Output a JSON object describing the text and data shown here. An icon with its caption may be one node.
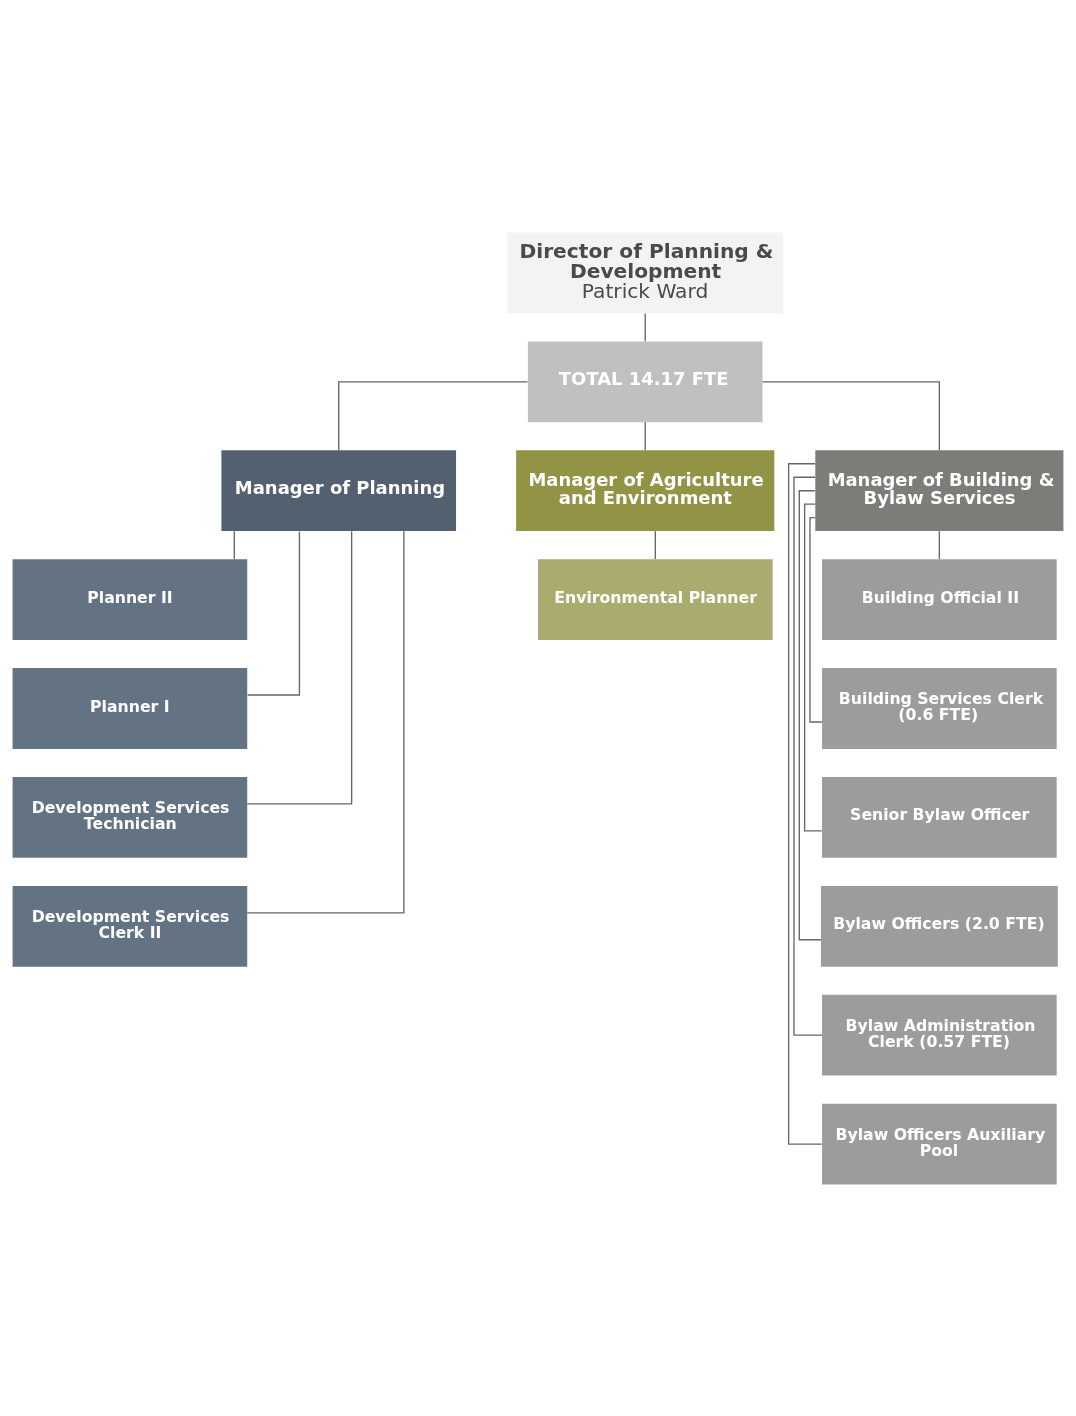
{
  "diagram": {
    "nodes": [
      {
        "text": [
          "Director of Planning & Development",
          "Patrick Ward"
        ]
      },
      {
        "text": [
          "TOTAL 14.17 FTE"
        ]
      },
      {
        "text": [
          "Manager of Planning"
        ]
      },
      {
        "text": [
          "Manager of Agriculture and Environment"
        ]
      },
      {
        "text": [
          "Manager of Building & Bylaw Services"
        ]
      },
      {
        "text": [
          "Planner II"
        ]
      },
      {
        "text": [
          "Planner I"
        ]
      },
      {
        "text": [
          "Development Services Technician"
        ]
      },
      {
        "text": [
          "Development Services Clerk II"
        ]
      },
      {
        "text": [
          "Environmental Planner"
        ]
      },
      {
        "text": [
          "Building Official II"
        ]
      },
      {
        "text": [
          "Building Services Clerk (0.6 FTE)"
        ]
      },
      {
        "text": [
          "Senior Bylaw Officer"
        ]
      },
      {
        "text": [
          "Bylaw Officers (2.0 FTE)"
        ]
      },
      {
        "text": [
          "Bylaw Administration Clerk (0.57 FTE)"
        ]
      },
      {
        "text": [
          "Bylaw Officers Auxiliary Pool"
        ]
      }
    ],
    "edges": [
      {
        "from": 0,
        "to": 1,
        "arrow": "none"
      },
      {
        "from": 1,
        "to": 2,
        "arrow": "none"
      },
      {
        "from": 1,
        "to": 3,
        "arrow": "none"
      },
      {
        "from": 1,
        "to": 4,
        "arrow": "none"
      },
      {
        "from": 2,
        "to": 5,
        "arrow": "none"
      },
      {
        "from": 2,
        "to": 6,
        "arrow": "none"
      },
      {
        "from": 2,
        "to": 7,
        "arrow": "none"
      },
      {
        "from": 2,
        "to": 8,
        "arrow": "none"
      },
      {
        "from": 3,
        "to": 9,
        "arrow": "none"
      },
      {
        "from": 4,
        "to": 10,
        "arrow": "none"
      },
      {
        "from": 4,
        "to": 11,
        "arrow": "none"
      },
      {
        "from": 4,
        "to": 12,
        "arrow": "none"
      },
      {
        "from": 4,
        "to": 13,
        "arrow": "none"
      },
      {
        "from": 4,
        "to": 14,
        "arrow": "none"
      },
      {
        "from": 4,
        "to": 15,
        "arrow": "none"
      }
    ]
  }
}
